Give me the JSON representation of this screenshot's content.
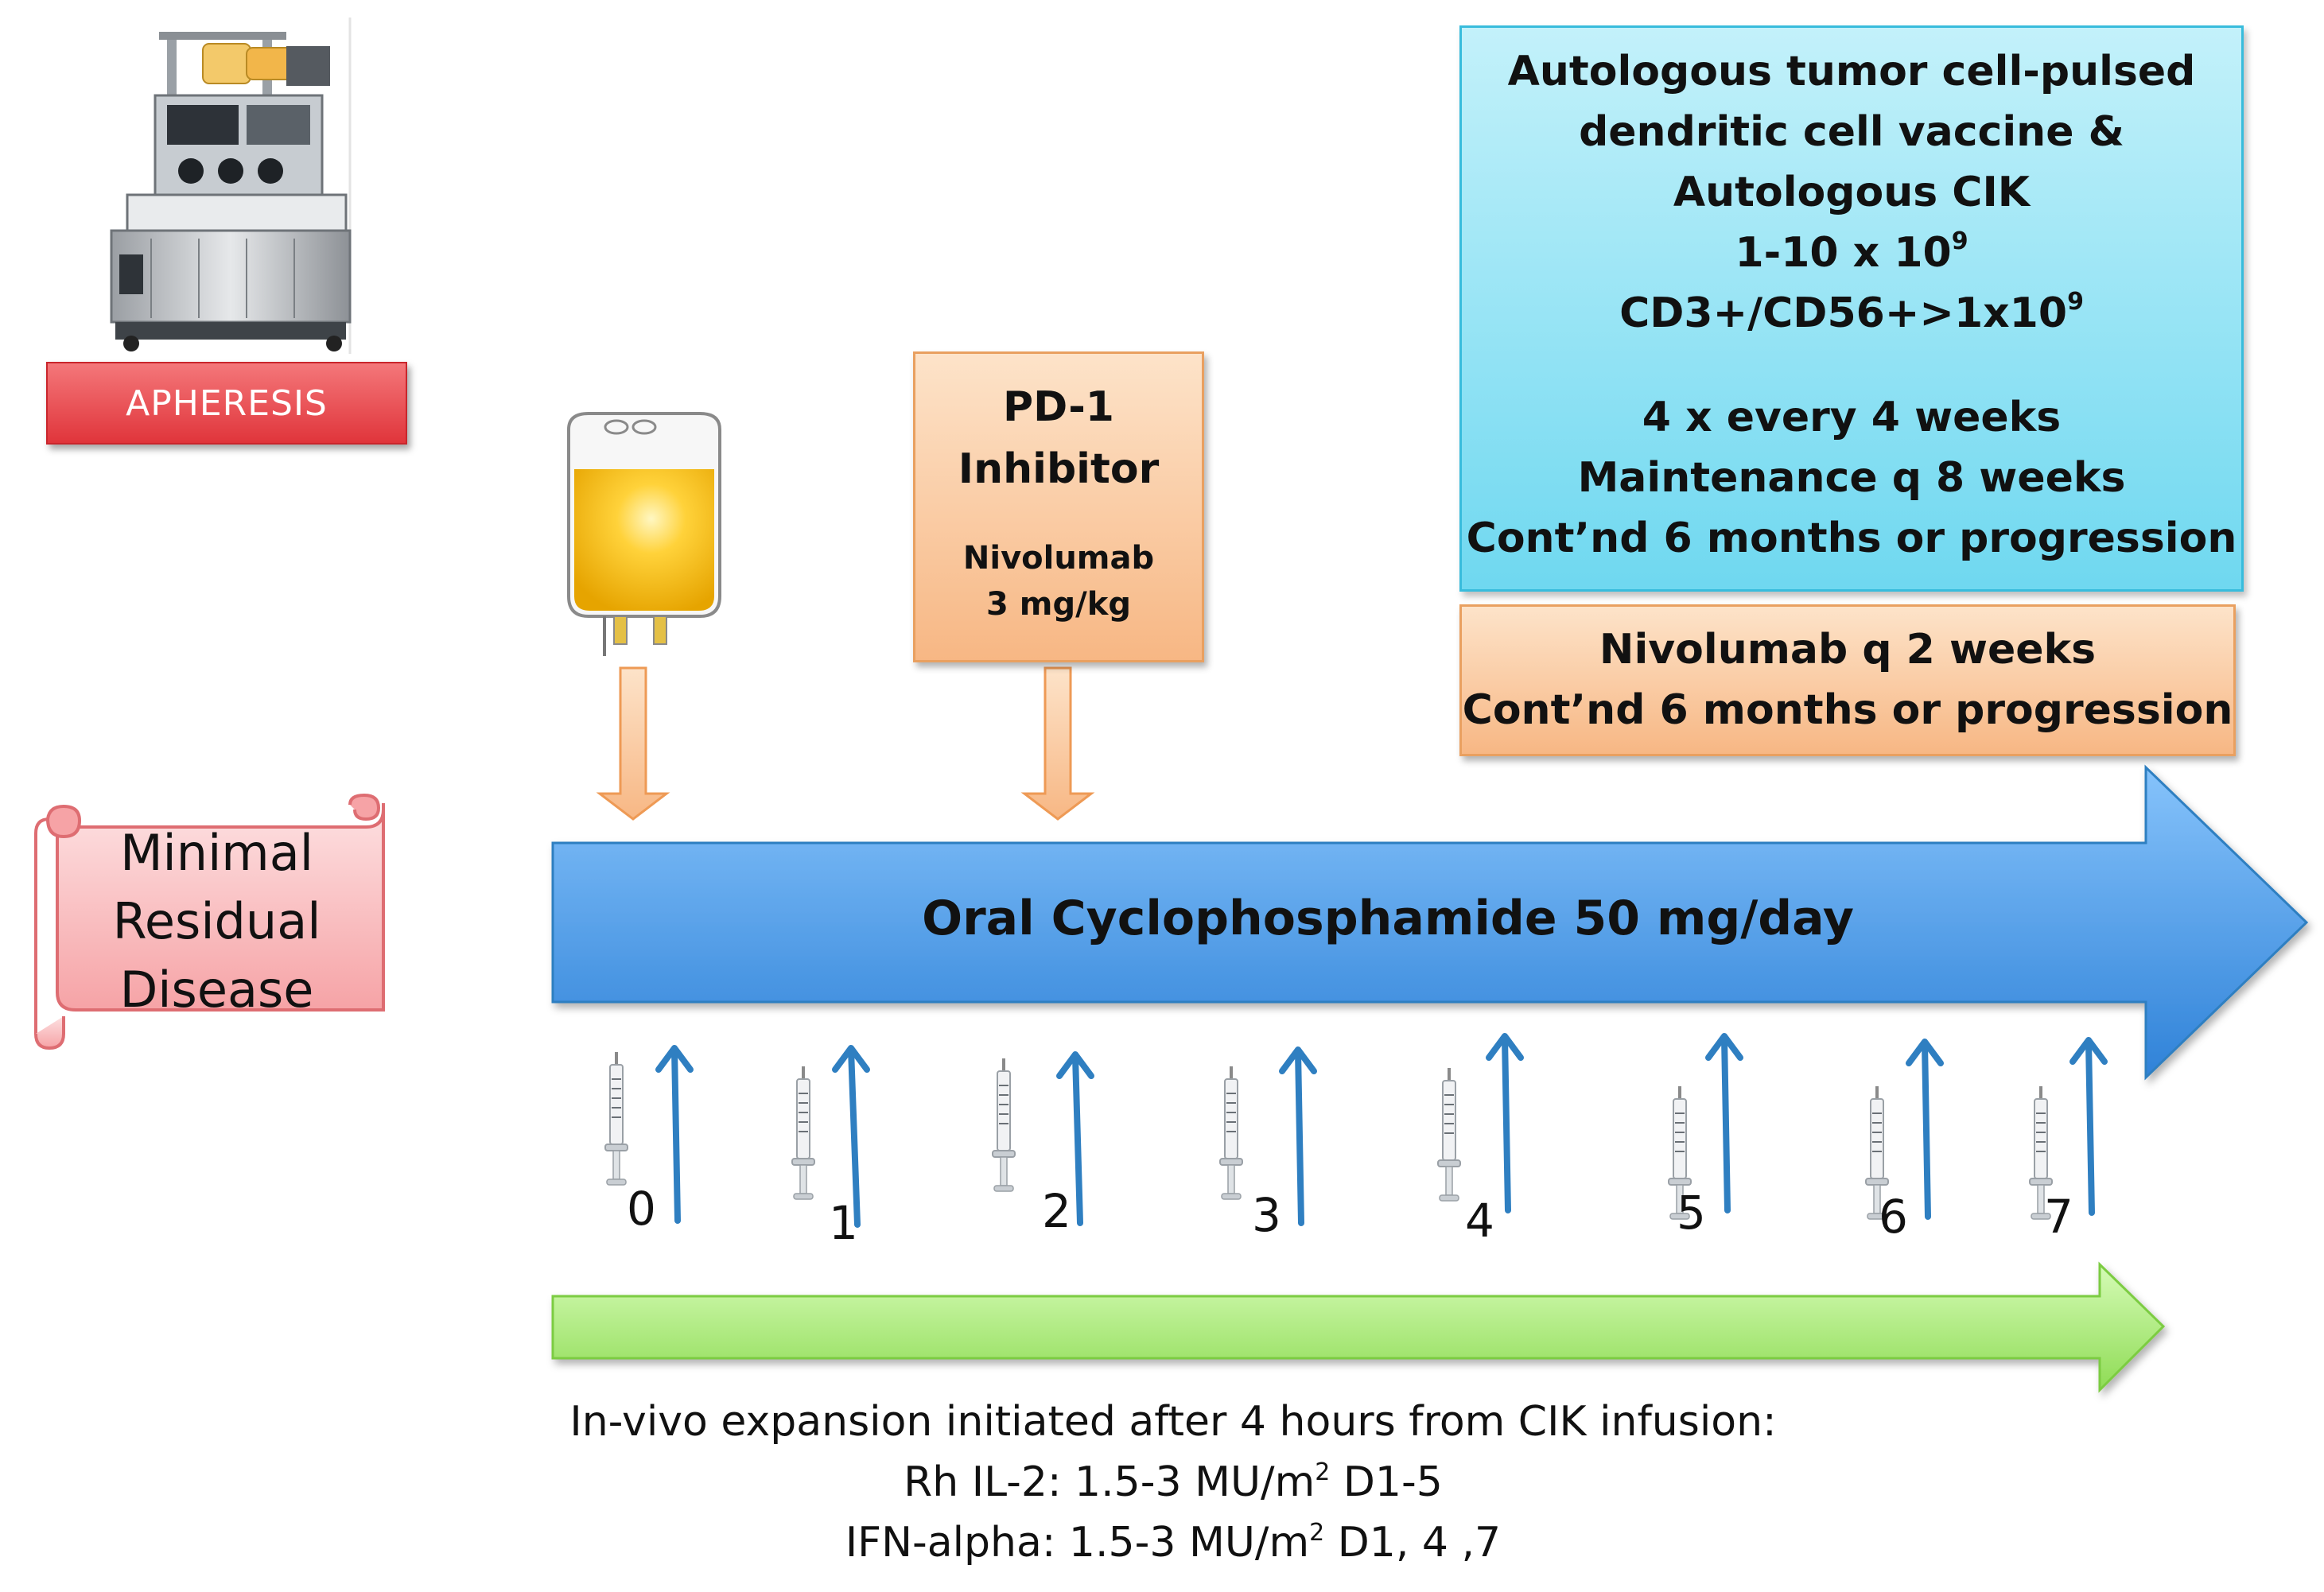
{
  "apheresis": {
    "label": "APHERESIS"
  },
  "mrd": {
    "line1": "Minimal",
    "line2": "Residual",
    "line3": "Disease"
  },
  "pd1": {
    "title1": "PD-1",
    "title2": "Inhibitor",
    "drug": "Nivolumab",
    "dose": "3 mg/kg"
  },
  "cik_box": {
    "line1": "Autologous tumor cell-pulsed",
    "line2": "dendritic cell vaccine &",
    "line3": "Autologous CIK",
    "line4_base": "1-10 x 10",
    "line4_sup": "9",
    "line5_base": "CD3+/CD56+>1x10",
    "line5_sup": "9",
    "line6": "4 x every 4 weeks",
    "line7": "Maintenance q 8 weeks",
    "line8": "Cont’nd 6 months or progression"
  },
  "nivo_box": {
    "line1": "Nivolumab q 2 weeks",
    "line2": "Cont’nd 6 months or progression"
  },
  "cyclophosphamide": {
    "label": "Oral Cyclophosphamide 50 mg/day"
  },
  "timeline": {
    "days": [
      "0",
      "1",
      "2",
      "3",
      "4",
      "5",
      "6",
      "7"
    ]
  },
  "expansion": {
    "line1": "In-vivo expansion initiated after 4 hours from CIK infusion:",
    "line2_a": "Rh IL-2: 1.5-3 MU/m",
    "line2_sup": "2",
    "line2_b": " D1-5",
    "line3_a": "IFN-alpha: 1.5-3 MU/m",
    "line3_sup": "2",
    "line3_b": " D1, 4 ,7"
  },
  "colors": {
    "blue_arrow": "#4f9ee8",
    "green_arrow": "#a8ec7a",
    "orange_box": "#f7b784",
    "cyan_box": "#6fd8f0",
    "red_button": "#e0353b",
    "scroll_pink": "#f9b9bb",
    "up_arrow": "#2f7fc1"
  },
  "icons": [
    "apheresis-machine-icon",
    "iv-bag-icon",
    "syringe-icon",
    "scroll-icon"
  ]
}
